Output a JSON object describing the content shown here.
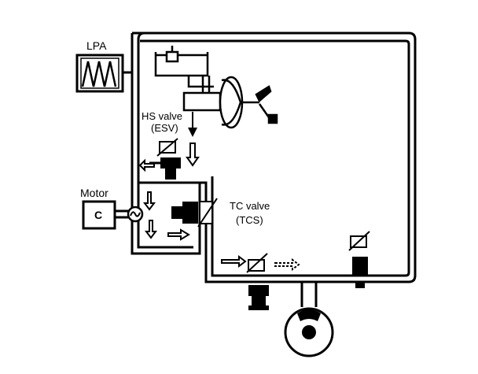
{
  "labels": {
    "lpa": "LPA",
    "hs_valve_line1": "HS valve",
    "hs_valve_line2": "(ESV)",
    "motor": "Motor",
    "motor_symbol": "C",
    "tc_valve_line1": "TC valve",
    "tc_valve_line2": "(TCS)"
  },
  "colors": {
    "line": "#000000",
    "background": "#ffffff"
  }
}
